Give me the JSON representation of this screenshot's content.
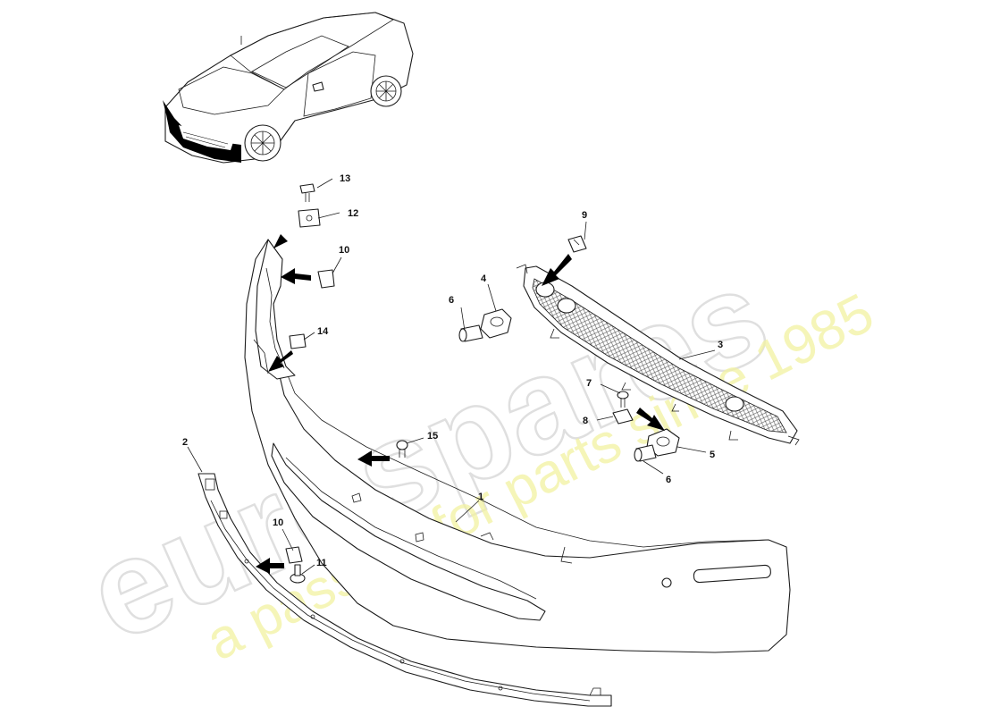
{
  "watermark": {
    "brand": "eurospares",
    "tagline": "a passion for parts since 1985"
  },
  "colors": {
    "line": "#1c1c1c",
    "watermark_outline": "#d9d9d9",
    "watermark_tagline": "#f1f1a0",
    "highlight": "#000000"
  },
  "callouts": {
    "c1": "1",
    "c2": "2",
    "c3": "3",
    "c4": "4",
    "c5": "5",
    "c6a": "6",
    "c6b": "6",
    "c7": "7",
    "c8": "8",
    "c9": "9",
    "c10a": "10",
    "c10b": "10",
    "c11": "11",
    "c12": "12",
    "c13": "13",
    "c14": "14",
    "c15": "15"
  }
}
